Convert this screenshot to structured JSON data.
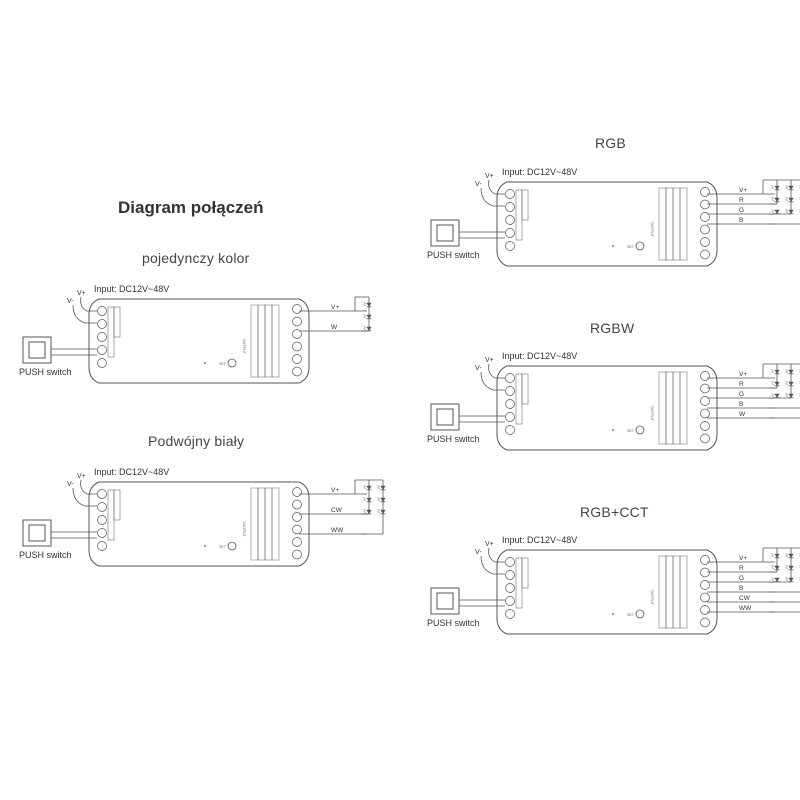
{
  "title": "Diagram połączeń",
  "sections": {
    "single": {
      "title": "pojedynczy kolor",
      "input": "Input: DC12V~48V",
      "wires": [
        "V+",
        "W"
      ],
      "switch_label": "PUSH switch",
      "vplus": "V+",
      "vminus": "V-",
      "set_label": "SET"
    },
    "dual": {
      "title": "Podwójny biały",
      "input": "Input: DC12V~48V",
      "wires": [
        "V+",
        "CW",
        "WW"
      ],
      "switch_label": "PUSH switch",
      "vplus": "V+",
      "vminus": "V-",
      "set_label": "SET"
    },
    "rgb": {
      "title": "RGB",
      "input": "Input: DC12V~48V",
      "wires": [
        "V+",
        "R",
        "G",
        "B"
      ],
      "switch_label": "PUSH switch",
      "vplus": "V+",
      "vminus": "V-",
      "set_label": "SET"
    },
    "rgbw": {
      "title": "RGBW",
      "input": "Input: DC12V~48V",
      "wires": [
        "V+",
        "R",
        "G",
        "B",
        "W"
      ],
      "switch_label": "PUSH switch",
      "vplus": "V+",
      "vminus": "V-",
      "set_label": "SET"
    },
    "rgbcct": {
      "title": "RGB+CCT",
      "input": "Input: DC12V~48V",
      "wires": [
        "V+",
        "R",
        "G",
        "B",
        "CW",
        "WW"
      ],
      "switch_label": "PUSH switch",
      "vplus": "V+",
      "vminus": "V-",
      "set_label": "SET"
    }
  },
  "colors": {
    "line": "#555555",
    "text": "#333333"
  }
}
